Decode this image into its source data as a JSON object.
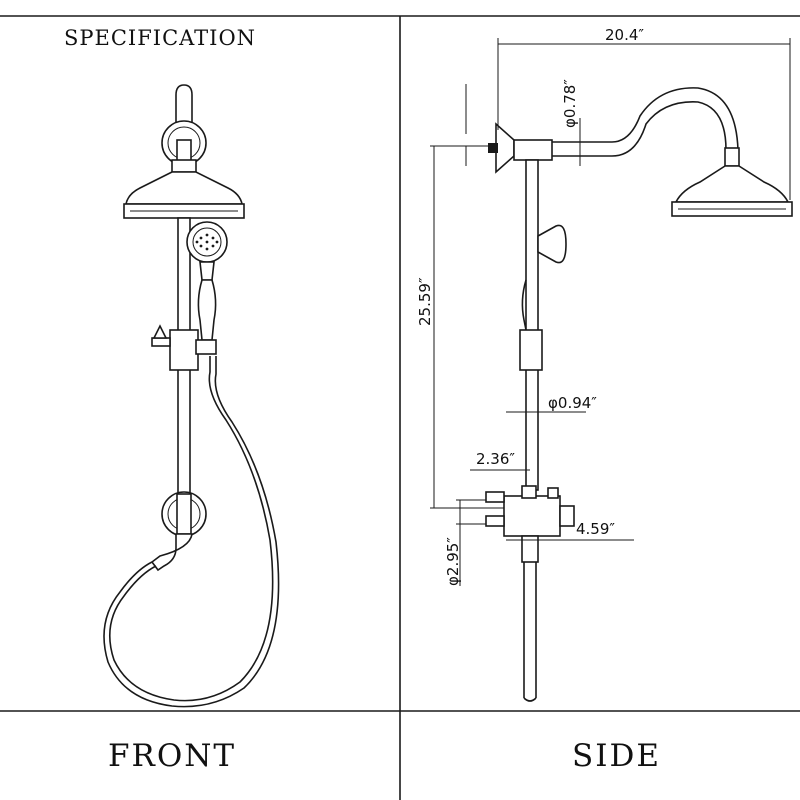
{
  "header": {
    "title": "SPECIFICATION"
  },
  "panels": {
    "front_label": "FRONT",
    "side_label": "SIDE"
  },
  "dimensions": {
    "overall_width": "20.4″",
    "arm_diameter": "φ0.78″",
    "height": "25.59″",
    "rail_diameter": "φ0.94″",
    "valve_depth": "2.36″",
    "valve_length": "4.59″",
    "inlet_spacing": "φ2.95″"
  },
  "colors": {
    "line": "#1a1a1a",
    "background": "#ffffff"
  }
}
